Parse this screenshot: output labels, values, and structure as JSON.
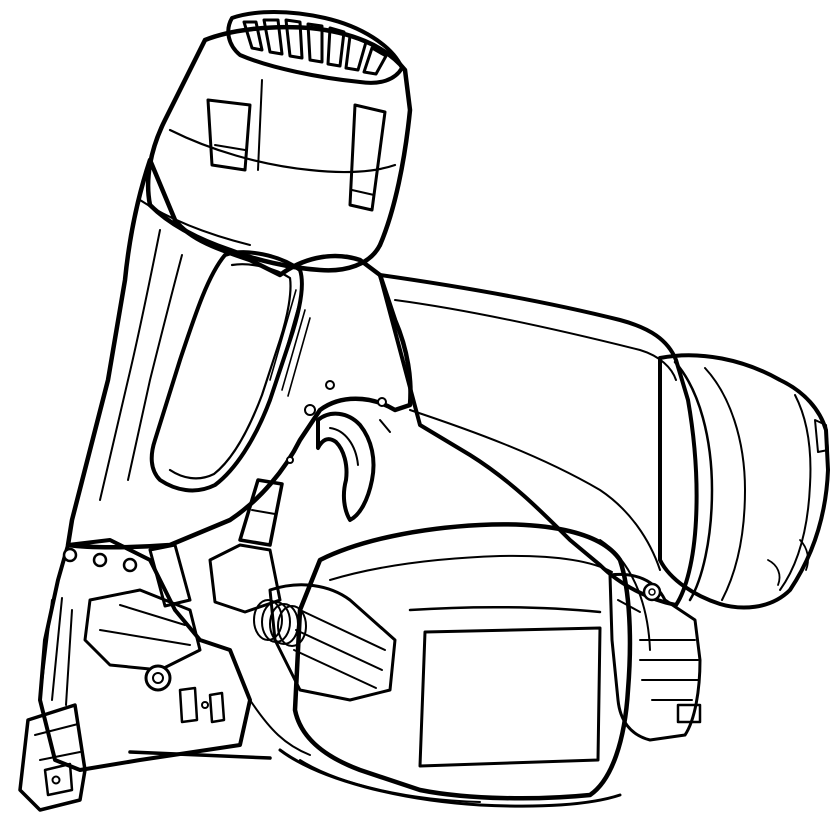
{
  "figure": {
    "subject": "coil-nailer",
    "style": "line-drawing",
    "colors": {
      "background": "#ffffff",
      "line": "#000000",
      "fill": "#ffffff"
    },
    "parts": [
      {
        "id": "exhaust-cap",
        "icon": "exhaust-cap-icon"
      },
      {
        "id": "cylinder-cap",
        "icon": "cylinder-cap-icon"
      },
      {
        "id": "motor-housing",
        "icon": "housing-icon"
      },
      {
        "id": "handle",
        "icon": "grip-icon"
      },
      {
        "id": "trigger",
        "icon": "trigger-icon"
      },
      {
        "id": "rear-end-cap",
        "icon": "end-cap-icon"
      },
      {
        "id": "magazine",
        "icon": "coil-canister-icon"
      },
      {
        "id": "magazine-door",
        "icon": "door-icon"
      },
      {
        "id": "nose",
        "icon": "nosepiece-icon"
      },
      {
        "id": "feed-mechanism",
        "icon": "feeder-icon"
      },
      {
        "id": "depth-adjust-dial",
        "icon": "dial-icon"
      },
      {
        "id": "magazine-latch",
        "icon": "latch-icon"
      }
    ]
  }
}
